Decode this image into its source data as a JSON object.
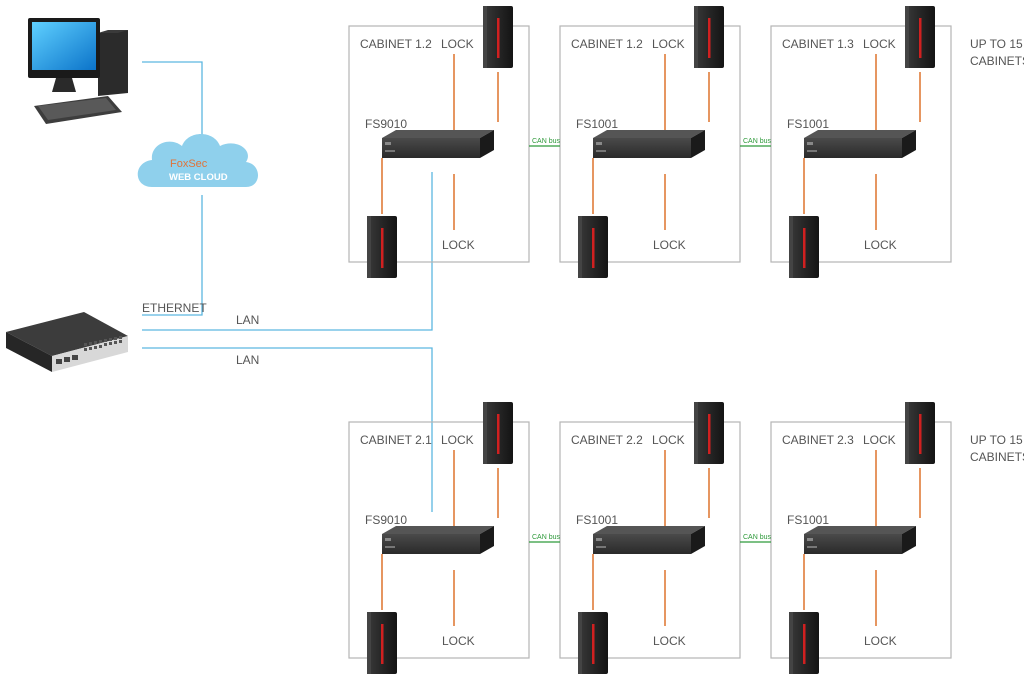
{
  "network": {
    "cloud_brand": "FoxSec",
    "cloud_label": "WEB CLOUD",
    "ethernet_label": "ETHERNET",
    "lan_label_1": "LAN",
    "lan_label_2": "LAN"
  },
  "rows": [
    {
      "note": [
        "UP TO 15",
        "CABINETS"
      ],
      "cabinets": [
        {
          "name": "CABINET 1.2",
          "controller": "FS9010",
          "lock_top": "LOCK",
          "lock_bottom": "LOCK"
        },
        {
          "name": "CABINET 1.2",
          "controller": "FS1001",
          "lock_top": "LOCK",
          "lock_bottom": "LOCK"
        },
        {
          "name": "CABINET 1.3",
          "controller": "FS1001",
          "lock_top": "LOCK",
          "lock_bottom": "LOCK"
        }
      ],
      "bus_labels": [
        "CAN bus",
        "CAN bus"
      ]
    },
    {
      "note": [
        "UP TO 15",
        "CABINETS"
      ],
      "cabinets": [
        {
          "name": "CABINET 2.1",
          "controller": "FS9010",
          "lock_top": "LOCK",
          "lock_bottom": "LOCK"
        },
        {
          "name": "CABINET 2.2",
          "controller": "FS1001",
          "lock_top": "LOCK",
          "lock_bottom": "LOCK"
        },
        {
          "name": "CABINET 2.3",
          "controller": "FS1001",
          "lock_top": "LOCK",
          "lock_bottom": "LOCK"
        }
      ],
      "bus_labels": [
        "CAN bus",
        "CAN bus"
      ]
    }
  ],
  "colors": {
    "network_line": "#5cb7e0",
    "lock_wire": "#e07b39",
    "can_bus": "#2e9a3a",
    "cabinet_border": "#b5b5b5",
    "cloud": "#8fd0ec"
  },
  "icons": [
    "desktop-computer-icon",
    "cloud-icon",
    "network-switch-icon",
    "controller-unit-icon",
    "card-reader-icon"
  ]
}
